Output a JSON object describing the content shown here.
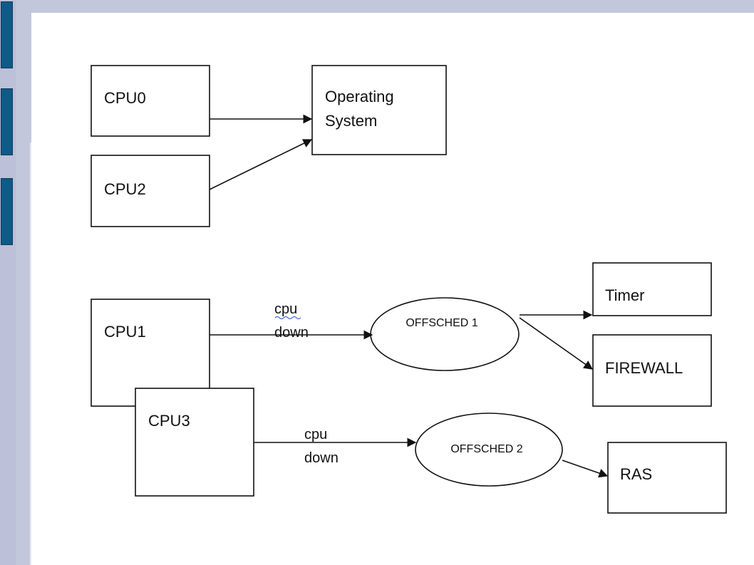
{
  "diagram": {
    "nodes": {
      "cpu0": "CPU0",
      "cpu2": "CPU2",
      "os_line1": "Operating",
      "os_line2": "System",
      "cpu1": "CPU1",
      "cpu3": "CPU3",
      "offsched1": "OFFSCHED 1",
      "offsched2": "OFFSCHED 2",
      "timer": "Timer",
      "firewall": "FIREWALL",
      "ras": "RAS"
    },
    "edge_labels": {
      "cpu1_line1": "cpu",
      "cpu1_line2": "down",
      "cpu3_line1": "cpu",
      "cpu3_line2": "down"
    },
    "edges": [
      {
        "from": "CPU0",
        "to": "Operating System"
      },
      {
        "from": "CPU2",
        "to": "Operating System"
      },
      {
        "from": "CPU1",
        "to": "OFFSCHED 1",
        "label": "cpu down"
      },
      {
        "from": "OFFSCHED 1",
        "to": "Timer"
      },
      {
        "from": "OFFSCHED 1",
        "to": "FIREWALL"
      },
      {
        "from": "CPU3",
        "to": "OFFSCHED 2",
        "label": "cpu down"
      },
      {
        "from": "OFFSCHED 2",
        "to": "RAS"
      }
    ]
  }
}
